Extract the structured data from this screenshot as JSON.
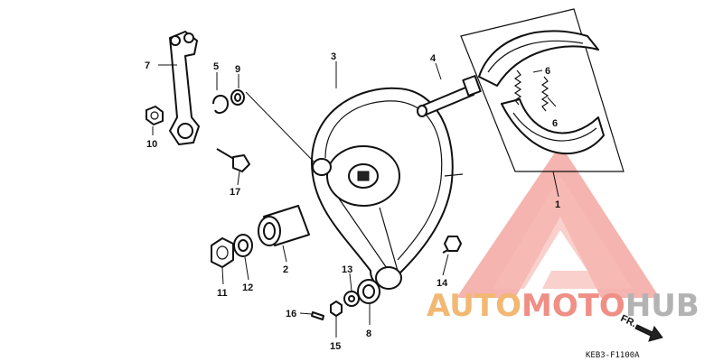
{
  "diagram": {
    "parts": [
      {
        "id": "1",
        "label": "1"
      },
      {
        "id": "2",
        "label": "2"
      },
      {
        "id": "3",
        "label": "3"
      },
      {
        "id": "4",
        "label": "4"
      },
      {
        "id": "5",
        "label": "5"
      },
      {
        "id": "6a",
        "label": "6"
      },
      {
        "id": "6b",
        "label": "6"
      },
      {
        "id": "7",
        "label": "7"
      },
      {
        "id": "8",
        "label": "8"
      },
      {
        "id": "9",
        "label": "9"
      },
      {
        "id": "10",
        "label": "10"
      },
      {
        "id": "11",
        "label": "11"
      },
      {
        "id": "12",
        "label": "12"
      },
      {
        "id": "13",
        "label": "13"
      },
      {
        "id": "14",
        "label": "14"
      },
      {
        "id": "15",
        "label": "15"
      },
      {
        "id": "16",
        "label": "16"
      },
      {
        "id": "17",
        "label": "17"
      }
    ],
    "direction_label": "FR.",
    "drawing_code": "KEB3-F1100A"
  },
  "watermark": {
    "word_part1": "AUTO",
    "word_part2": "MOTO",
    "word_part3": "HUB",
    "colors": {
      "auto": "#f2b873",
      "moto": "#ef8f86",
      "hub": "#b3b3b3",
      "logo": "#f0817a"
    }
  }
}
